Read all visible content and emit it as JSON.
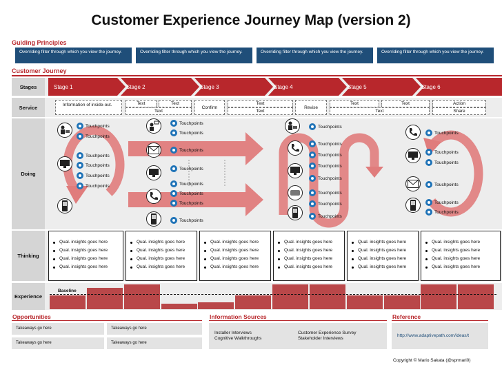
{
  "title": "Customer Experience Journey Map (version 2)",
  "guiding": {
    "heading": "Guiding Principles",
    "boxes": [
      "Overriding filter through which you view the journey.",
      "Overriding filter through which you view the journey.",
      "Overriding filter through which you view the journey.",
      "Overriding filter through which you view the journey."
    ]
  },
  "journey": {
    "heading": "Customer Journey",
    "row_labels": {
      "stages": "Stages",
      "service": "Service",
      "doing": "Doing",
      "thinking": "Thinking",
      "experience": "Experience"
    },
    "stages": [
      "Stage 1",
      "Stage 2",
      "Stage 3",
      "Stage 4",
      "Stage 5",
      "Stage 6"
    ],
    "service": {
      "info": "Information of inside-out.",
      "text": "Text",
      "confirm": "Confirm",
      "revise": "Revise",
      "action": "Action",
      "share": "Share"
    },
    "touchpoint_label": "Touchpoints",
    "thinking_item": "Qual. insights goes here",
    "baseline": "Baseline",
    "experience_levels": [
      0.55,
      0.85,
      1.0,
      0.22,
      0.28,
      0.55,
      1.0,
      1.0,
      0.55,
      0.55,
      1.0,
      1.0
    ]
  },
  "opportunities": {
    "heading": "Opportunities",
    "items": [
      "Takeaways go here",
      "Takeaways go here",
      "Takeaways go here",
      "Takeaways go here"
    ]
  },
  "sources": {
    "heading": "Information Sources",
    "col1": [
      "Installer Interviews",
      "Cognitive Walkthroughs"
    ],
    "col2": [
      "Customer Experience Survey",
      "Stakeholder Interviews"
    ]
  },
  "reference": {
    "heading": "Reference",
    "link": "http://www.adaptivepath.com/ideas/t"
  },
  "copyright": "Copyright © Mario Sakata (@sprmari0)",
  "colors": {
    "accent": "#b8272c",
    "navy": "#1f4e79",
    "touchpoint": "#1f73b7",
    "arrow": "#e07c7c"
  }
}
